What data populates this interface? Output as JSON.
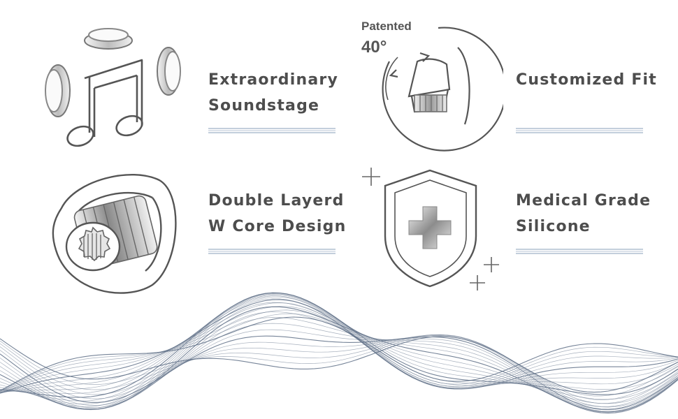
{
  "features": [
    {
      "id": "soundstage",
      "icon": "music-note-icon",
      "lines": [
        "Extraordinary",
        "Soundstage"
      ]
    },
    {
      "id": "fit",
      "icon": "ear-tip-angle-icon",
      "lines": [
        "Customized Fit"
      ]
    },
    {
      "id": "core",
      "icon": "ear-tip-core-icon",
      "lines": [
        "Double Layerd",
        "W Core Design"
      ]
    },
    {
      "id": "silicone",
      "icon": "shield-cross-icon",
      "lines": [
        "Medical Grade",
        "Silicone"
      ]
    }
  ],
  "badge": {
    "label": "Patented",
    "angle": "40°"
  },
  "colors": {
    "text": "#4d4d4d",
    "stroke": "#555555",
    "underline": "#9fb2c8",
    "wave": "#5e6f86"
  }
}
